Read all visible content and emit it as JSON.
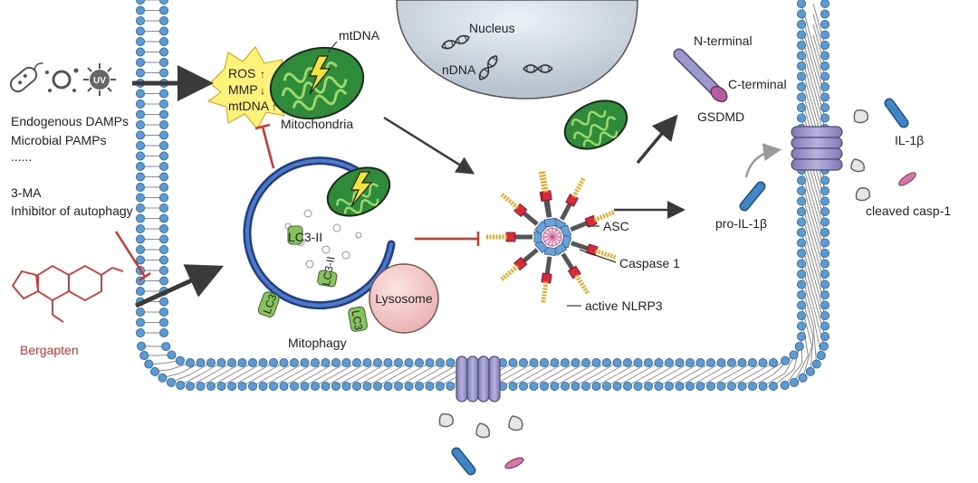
{
  "labels": {
    "nucleus": "Nucleus",
    "ndna": "nDNA",
    "mtdna": "mtDNA",
    "mitochondria": "Mitochondria",
    "ros": "ROS",
    "mmp": "MMP",
    "mtdna_burst": "mtDNA",
    "damps": "Endogenous DAMPs",
    "pamps": "Microbial PAMPs",
    "ellipsis": "......",
    "ma3": "3-MA",
    "inhibitor": "Inhibitor of autophagy",
    "bergapten": "Bergapten",
    "uv": "UV",
    "lc3_ii": "LC3-II",
    "lc3_ii_b": "LC3-II",
    "lc3_a": "LC3",
    "lc3_b": "LC3",
    "lysosome": "Lysosome",
    "mitophagy": "Mitophagy",
    "asc": "ASC",
    "caspase1": "Caspase 1",
    "nlrp3": "active NLRP3",
    "n_terminal": "N-terminal",
    "c_terminal": "C-terminal",
    "gsdmd": "GSDMD",
    "pro_il1b": "pro-IL-1β",
    "il1b": "IL-1β",
    "cleaved_casp1": "cleaved casp-1"
  },
  "colors": {
    "membrane_head": "#5b9bd5",
    "mito_body": "#2e8b3a",
    "mito_cristae": "#9fd86a",
    "burst": "#fff27a",
    "inhibit": "#d6322a",
    "arrow": "#3a3a3a",
    "nucleus": "#c6ced8",
    "lysosome": "#f3c9c9",
    "pore": "#9b96c8",
    "il1b": "#3f86c8",
    "casp1": "#d678a6",
    "bergapten": "#d6322a"
  }
}
